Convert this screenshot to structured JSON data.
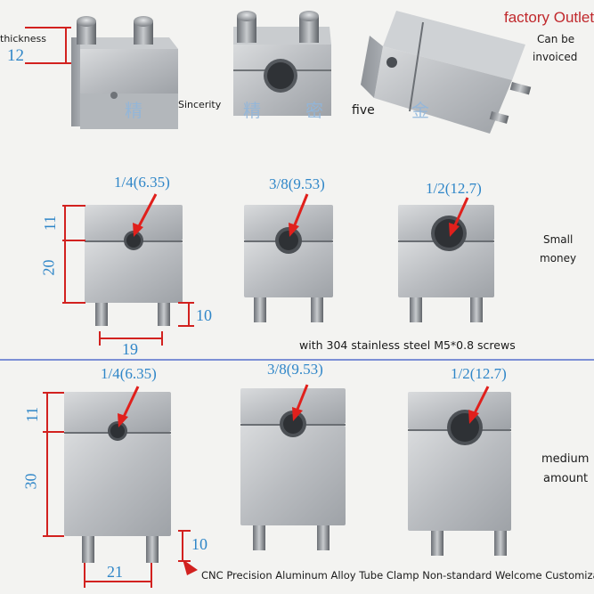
{
  "top": {
    "brand": "factory Outlet",
    "invoice_line1": "Can be",
    "invoice_line2": "invoiced",
    "thickness_label": "thickness",
    "thickness_value": "12",
    "sincerity": "Sincerity",
    "five": "five",
    "wm1": "精",
    "wm2": "精",
    "wm3": "密",
    "wm4": "金"
  },
  "small": {
    "size1": "1/4(6.35)",
    "size2": "3/8(9.53)",
    "size3": "1/2(12.7)",
    "height_top": "11",
    "height_body": "20",
    "screw_len": "10",
    "width": "19",
    "label_line1": "Small",
    "label_line2": "money",
    "screw_note": "with 304 stainless steel M5*0.8 screws"
  },
  "medium": {
    "size1": "1/4(6.35)",
    "size2": "3/8(9.53)",
    "size3": "1/2(12.7)",
    "height_top": "11",
    "height_body": "30",
    "screw_len": "10",
    "width": "21",
    "label_line1": "medium",
    "label_line2": "amount"
  },
  "caption": "CNC Precision Aluminum Alloy Tube Clamp Non-standard Welcome Customization"
}
